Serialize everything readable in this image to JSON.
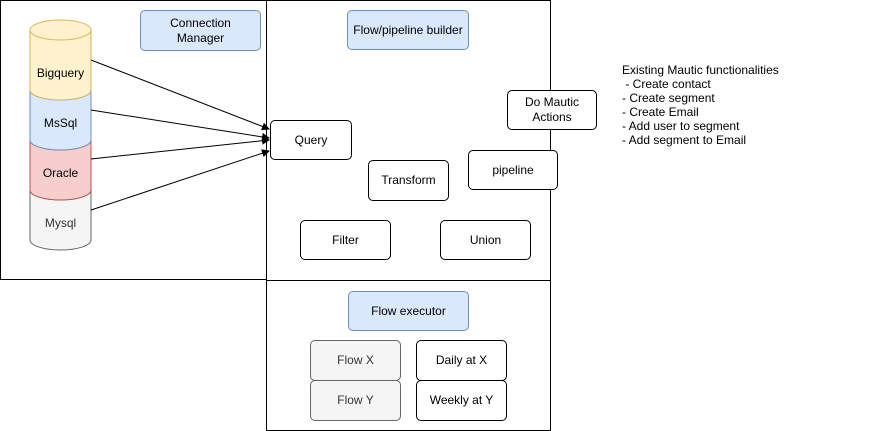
{
  "panels": {
    "connection_manager": "Connection\nManager",
    "flow_builder": "Flow/pipeline builder",
    "flow_executor": "Flow executor"
  },
  "databases": [
    "Bigquery",
    "MsSql",
    "Oracle",
    "Mysql"
  ],
  "builder_nodes": {
    "query": "Query",
    "transform": "Transform",
    "pipeline": "pipeline",
    "do_mautic_actions": "Do Mautic\nActions",
    "filter": "Filter",
    "union": "Union"
  },
  "executor_nodes": {
    "flow_x": "Flow X",
    "flow_y": "Flow Y",
    "daily": "Daily at X",
    "weekly": "Weekly at Y"
  },
  "notes": "Existing Mautic functionalities\n - Create contact\n- Create segment\n- Create Email\n- Add user to segment\n- Add segment to Email",
  "colors": {
    "bigquery_fill": "#fff2cc",
    "bigquery_stroke": "#d6b656",
    "mssql_fill": "#dae8fc",
    "mssql_stroke": "#6c8ebf",
    "oracle_fill": "#f8cecc",
    "oracle_stroke": "#b85450",
    "mysql_fill": "#f5f5f5",
    "mysql_stroke": "#666666",
    "header_fill": "#dae8fc"
  }
}
